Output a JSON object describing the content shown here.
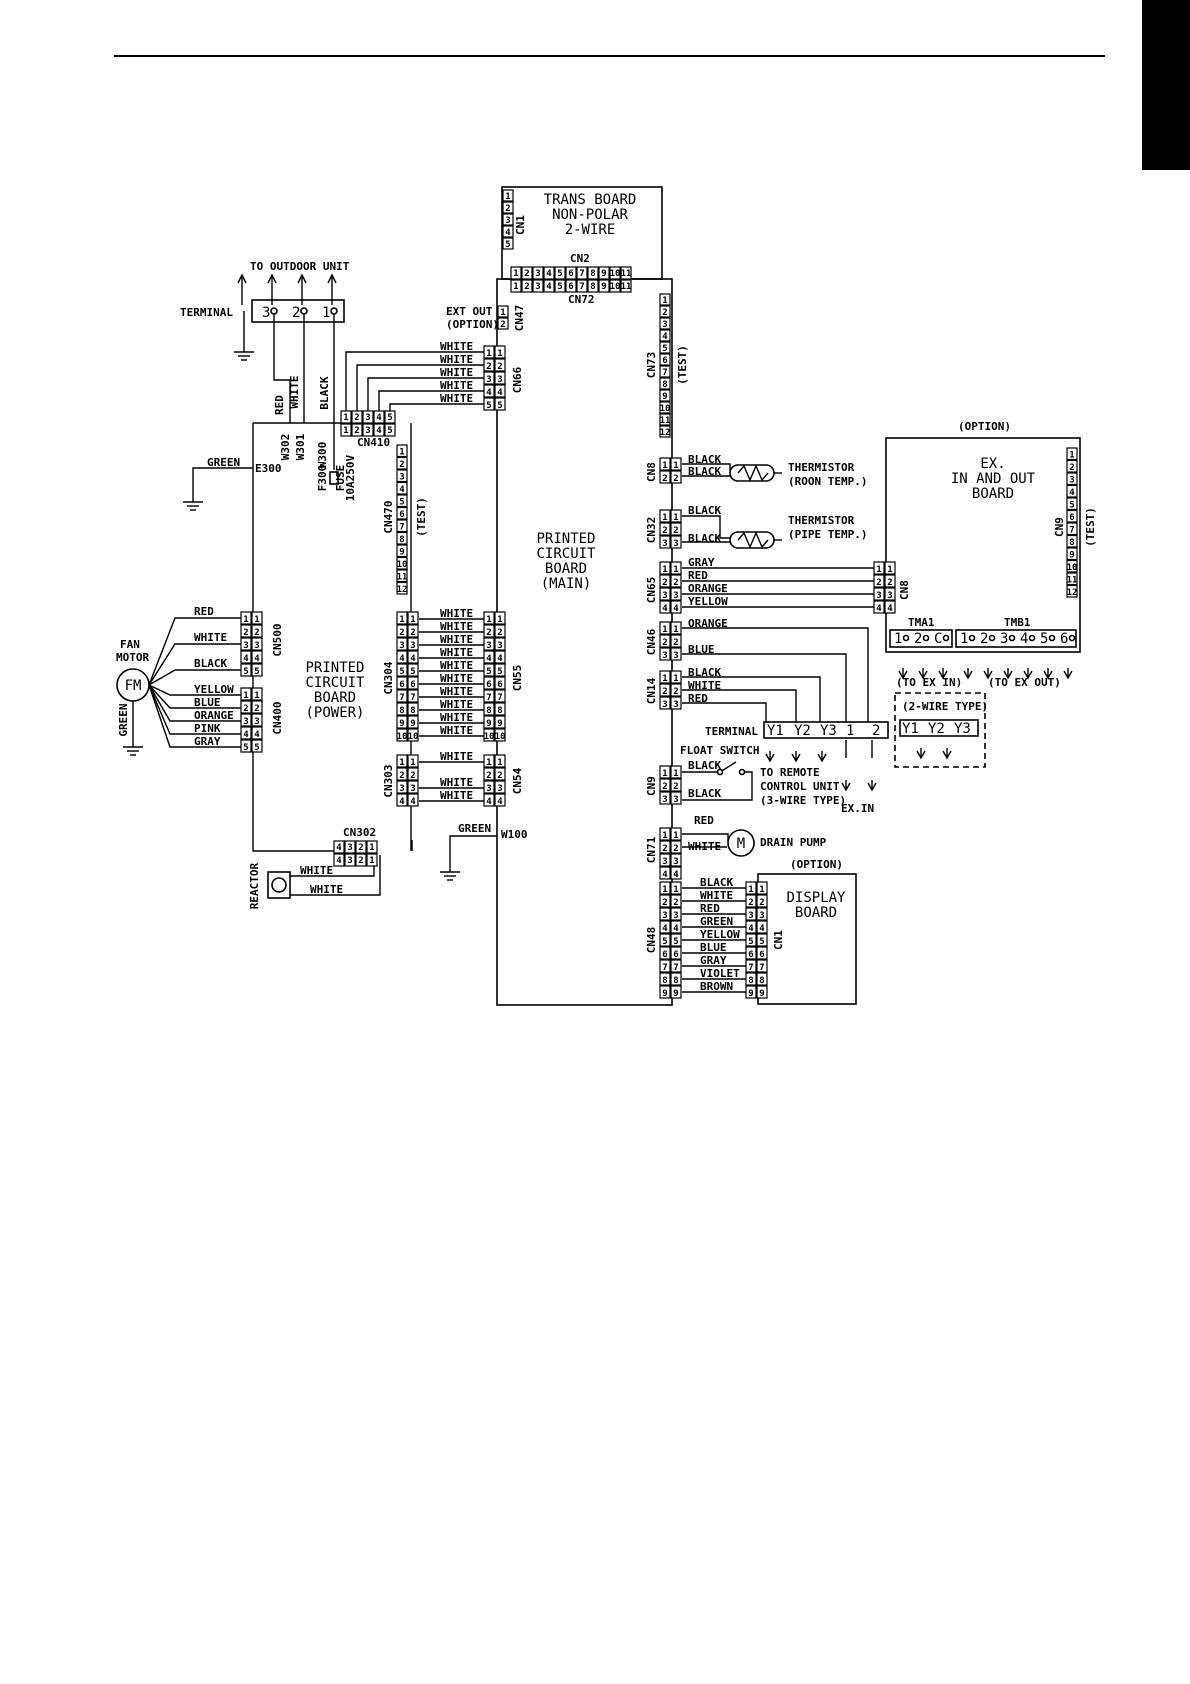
{
  "colors": {
    "ink": "#000000",
    "paper": "#ffffff"
  },
  "trans_board": {
    "title": [
      "TRANS BOARD",
      "NON-POLAR",
      "2-WIRE"
    ],
    "cn1": "CN1",
    "cn2": "CN2",
    "cn72": "CN72"
  },
  "outdoor": {
    "title": "TO OUTDOOR UNIT",
    "terminal": "TERMINAL",
    "pins": [
      "3",
      "2",
      "1"
    ]
  },
  "power_wires": {
    "labels": [
      "RED",
      "WHITE",
      "BLACK"
    ],
    "ids": [
      "W302",
      "W301",
      "W300"
    ]
  },
  "fuse": {
    "id": "F300",
    "label": "FUSE",
    "rating": "10A250V"
  },
  "ground_power": {
    "color": "GREEN",
    "id": "E300"
  },
  "ground_main": {
    "color": "GREEN",
    "id": "W100"
  },
  "main_board": {
    "title": [
      "PRINTED",
      "CIRCUIT",
      "BOARD",
      "(MAIN)"
    ]
  },
  "power_board": {
    "title": [
      "PRINTED",
      "CIRCUIT",
      "BOARD",
      "(POWER)"
    ]
  },
  "fan_motor": {
    "label": [
      "FAN",
      "MOTOR"
    ],
    "symbol": "FM",
    "ground": "GREEN"
  },
  "reactor": {
    "label": "REACTOR",
    "wires": [
      "WHITE",
      "WHITE"
    ]
  },
  "connectors": {
    "cn47": "CN47",
    "ext_out": [
      "EXT OUT",
      "(OPTION)"
    ],
    "cn66": "CN66",
    "cn410": "CN410",
    "cn470": "CN470",
    "test": "(TEST)",
    "cn73": "CN73",
    "cn304": "CN304",
    "cn55": "CN55",
    "cn303": "CN303",
    "cn54": "CN54",
    "cn500": "CN500",
    "cn400": "CN400",
    "cn302": "CN302",
    "cn8": "CN8",
    "cn32": "CN32",
    "cn65": "CN65",
    "cn46": "CN46",
    "cn14": "CN14",
    "cn9": "CN9",
    "cn71": "CN71",
    "cn48": "CN48",
    "cn8_ex": "CN8",
    "cn9_ex": "CN9",
    "cn1_disp": "CN1"
  },
  "wire_colors": {
    "cn66": [
      "WHITE",
      "WHITE",
      "WHITE",
      "WHITE",
      "WHITE"
    ],
    "cn304": [
      "WHITE",
      "WHITE",
      "WHITE",
      "WHITE",
      "WHITE",
      "WHITE",
      "WHITE",
      "WHITE",
      "WHITE",
      "WHITE"
    ],
    "cn303": [
      "WHITE",
      "WHITE",
      "WHITE"
    ],
    "cn500": [
      "RED",
      "WHITE",
      "BLACK"
    ],
    "cn400": [
      "YELLOW",
      "BLUE",
      "ORANGE",
      "PINK",
      "GRAY"
    ],
    "cn8": [
      "BLACK",
      "BLACK"
    ],
    "cn32": [
      "BLACK",
      "BLACK"
    ],
    "cn65": [
      "GRAY",
      "RED",
      "ORANGE",
      "YELLOW"
    ],
    "cn46": [
      "ORANGE",
      "BLUE"
    ],
    "cn14": [
      "BLACK",
      "WHITE",
      "RED"
    ],
    "cn9": [
      "BLACK",
      "BLACK"
    ],
    "cn71": [
      "RED",
      "WHITE"
    ],
    "cn48": [
      "BLACK",
      "WHITE",
      "RED",
      "GREEN",
      "YELLOW",
      "BLUE",
      "GRAY",
      "VIOLET",
      "BROWN"
    ]
  },
  "thermistor_room": [
    "THERMISTOR",
    "(ROON TEMP.)"
  ],
  "thermistor_pipe": [
    "THERMISTOR",
    "(PIPE TEMP.)"
  ],
  "ex_board": {
    "option": "(OPTION)",
    "title": [
      "EX.",
      "IN AND OUT",
      "BOARD"
    ],
    "tma1": "TMA1",
    "tmb1": "TMB1",
    "tma_pins": [
      "1",
      "2",
      "C"
    ],
    "tmb_pins": [
      "1",
      "2",
      "3",
      "4",
      "5",
      "6"
    ],
    "to_ex_in": "(TO EX IN)",
    "to_ex_out": "(TO EX OUT)"
  },
  "two_wire": {
    "title": "(2-WIRE TYPE)",
    "pins": [
      "Y1",
      "Y2",
      "Y3"
    ]
  },
  "terminal_block": {
    "label": "TERMINAL",
    "pins": [
      "Y1",
      "Y2",
      "Y3",
      "1",
      "2"
    ]
  },
  "float_switch": "FLOAT SWITCH",
  "remote": [
    "TO REMOTE",
    "CONTROL UNIT",
    "(3-WIRE TYPE)"
  ],
  "ex_in": "EX.IN",
  "drain_pump": {
    "symbol": "M",
    "label": "DRAIN PUMP"
  },
  "display_board": {
    "option": "(OPTION)",
    "title": [
      "DISPLAY",
      "BOARD"
    ]
  }
}
